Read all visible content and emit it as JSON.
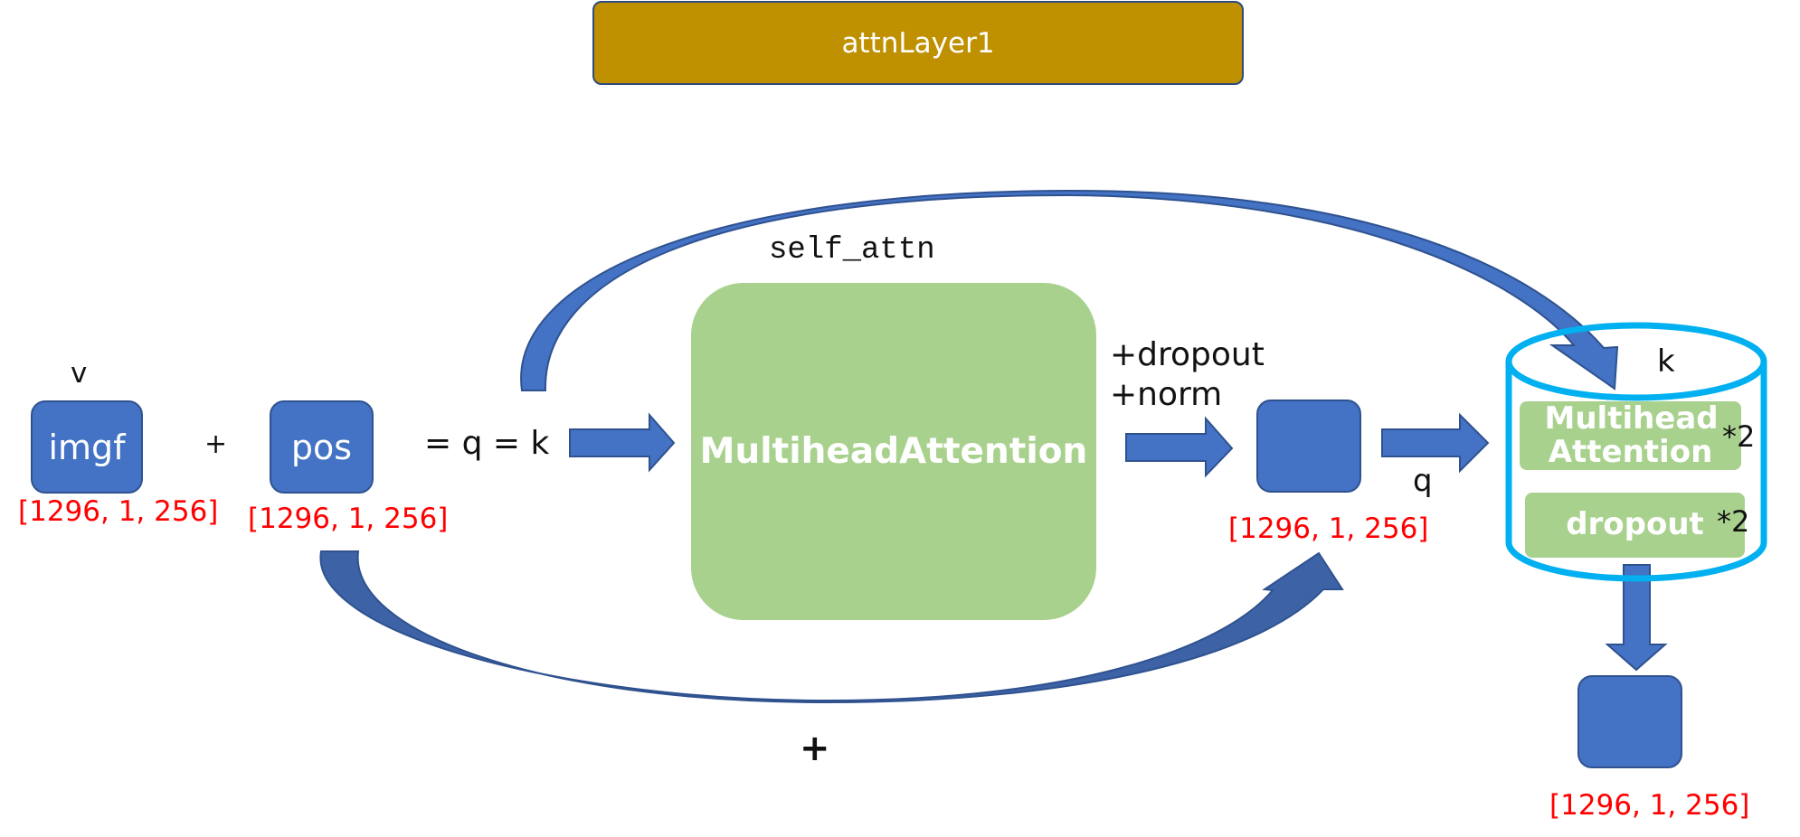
{
  "title": "attnLayer1",
  "nodes": {
    "imgf": "imgf",
    "pos": "pos",
    "multihead_attention": "MultiheadAttention",
    "cyl_multihead": "Multihead Attention",
    "cyl_dropout": "dropout"
  },
  "labels": {
    "v": "v",
    "plus_between": "+",
    "eq_qk": "= q = k",
    "self_attn": "self_attn",
    "dropout_line": "+dropout",
    "norm_line": "+norm",
    "q": "q",
    "k": "k",
    "times2_a": "*2",
    "times2_b": "*2",
    "bottom_plus": "+"
  },
  "shapes": {
    "imgf": "[1296, 1, 256]",
    "pos": "[1296, 1, 256]",
    "mid": "[1296, 1, 256]",
    "out": "[1296, 1, 256]"
  },
  "colors": {
    "title_fill": "#BF9000",
    "box_blue": "#4472C4",
    "green": "#A9D18E",
    "cylinder_stroke": "#00B0F0",
    "shape_text": "#FF0000",
    "arrow": "#4472C4"
  }
}
